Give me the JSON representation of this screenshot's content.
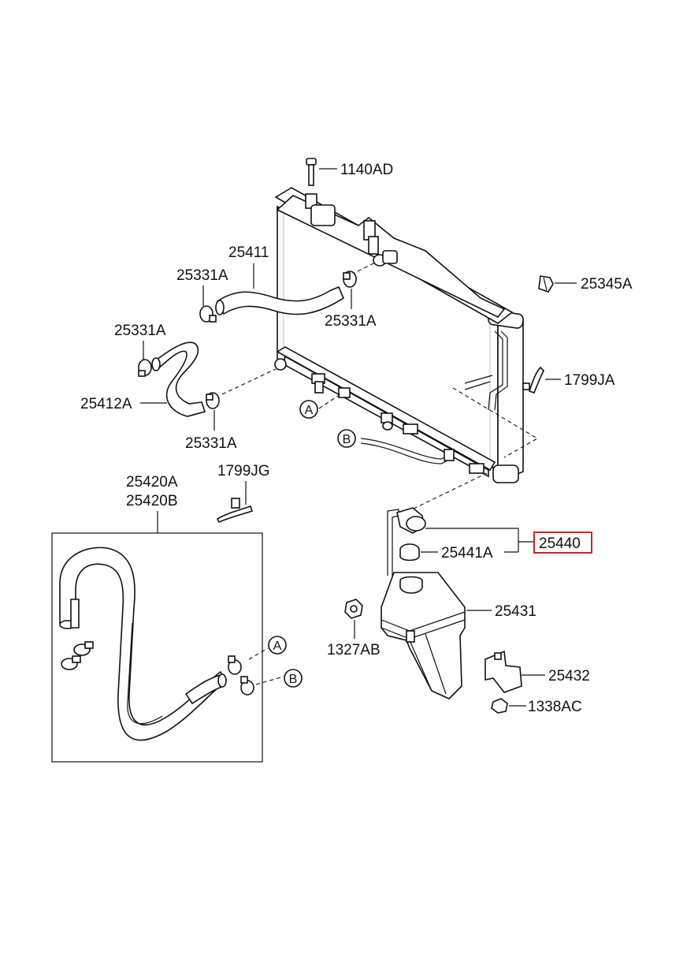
{
  "labels": {
    "p1140AD": "1140AD",
    "p25411": "25411",
    "p25331A_1": "25331A",
    "p25331A_2": "25331A",
    "p25331A_3": "25331A",
    "p25331A_4": "25331A",
    "p25345A": "25345A",
    "p25412A": "25412A",
    "p1799JA": "1799JA",
    "p25420A": "25420A",
    "p25420B": "25420B",
    "p1799JG": "1799JG",
    "p25440": "25440",
    "p25441A": "25441A",
    "p25431": "25431",
    "p1327AB": "1327AB",
    "p25432": "25432",
    "p1338AC": "1338AC"
  },
  "markers": {
    "a": "A",
    "b": "B"
  },
  "colors": {
    "line": "#111111",
    "highlight_box": "#d32020",
    "background": "#ffffff"
  }
}
